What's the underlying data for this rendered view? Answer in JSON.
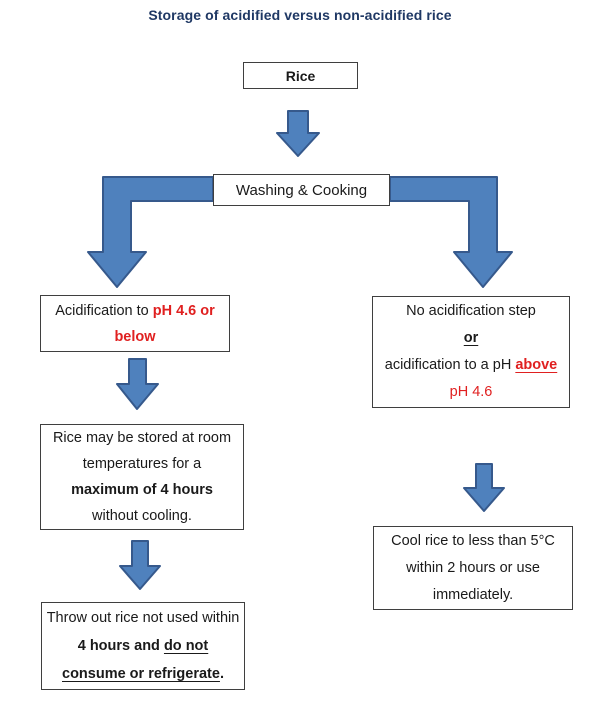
{
  "title": "Storage of acidified versus non-acidified rice",
  "colors": {
    "title_text": "#1f3864",
    "red_text": "#e02020",
    "arrow_fill": "#4f81bd",
    "arrow_border": "#36598c",
    "box_border": "#3f3f3f",
    "body_text": "#1a1a1a"
  },
  "nodes": {
    "rice": {
      "label": "Rice"
    },
    "washing": {
      "label": "Washing & Cooking"
    },
    "acid": {
      "part1": "Acidification to ",
      "part2_red_bold": "pH 4.6 or below"
    },
    "store": {
      "part1": "Rice may be stored at room temperatures for a",
      "part2_bold": "maximum of 4 hours",
      "part3": "without cooling."
    },
    "throw": {
      "part1": "Throw out rice not used within ",
      "part2_bold": "4 hours and ",
      "part3_bold_underline": "do not consume or refrigerate",
      "part4": "."
    },
    "no_acid": {
      "line1": "No acidification step",
      "line2_or": "or",
      "line3_prefix": "acidification to a pH ",
      "line3_above": "above",
      "line4": "pH 4.6"
    },
    "cool": {
      "text": "Cool rice to less than 5°C within 2 hours or use immediately."
    }
  }
}
